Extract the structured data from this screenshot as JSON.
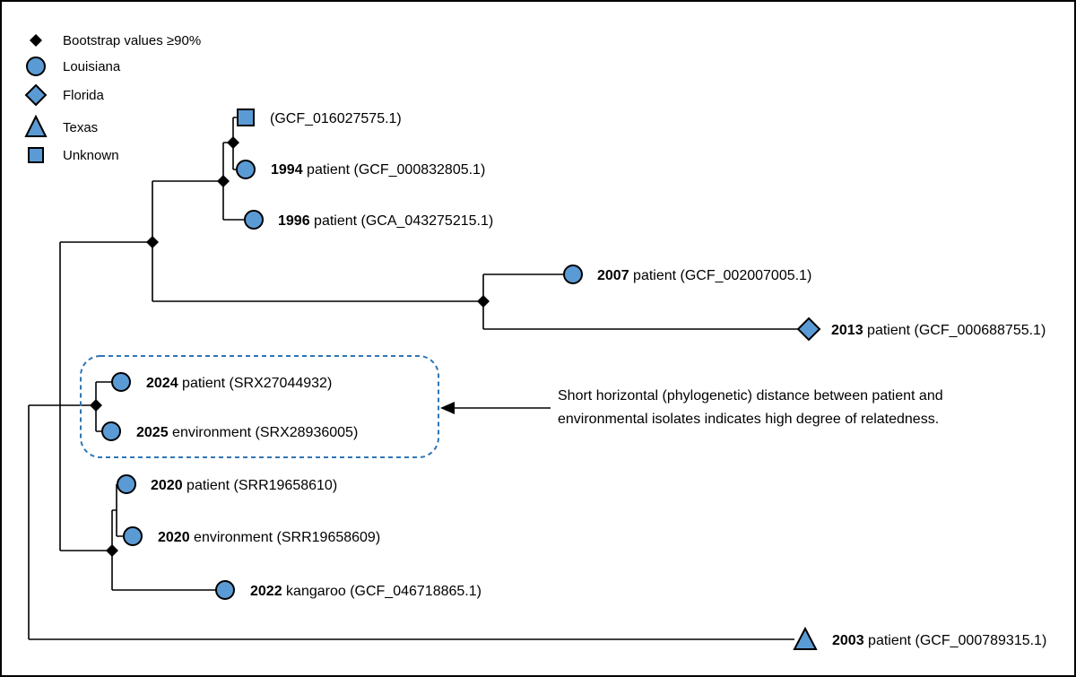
{
  "legend": {
    "items": [
      {
        "marker": "black-diamond",
        "label": "Bootstrap values ≥90%"
      },
      {
        "marker": "circle",
        "label": "Louisiana"
      },
      {
        "marker": "diamond",
        "label": "Florida"
      },
      {
        "marker": "triangle",
        "label": "Texas"
      },
      {
        "marker": "square",
        "label": "Unknown"
      }
    ]
  },
  "tips": [
    {
      "marker": "square",
      "year": "",
      "rest": "(GCF_016027575.1)"
    },
    {
      "marker": "circle",
      "year": "1994",
      "rest": " patient (GCF_000832805.1)"
    },
    {
      "marker": "circle",
      "year": "1996",
      "rest": " patient (GCA_043275215.1)"
    },
    {
      "marker": "circle",
      "year": "2007",
      "rest": " patient (GCF_002007005.1)"
    },
    {
      "marker": "diamond",
      "year": "2013",
      "rest": " patient (GCF_000688755.1)"
    },
    {
      "marker": "circle",
      "year": "2024",
      "rest": " patient (SRX27044932)"
    },
    {
      "marker": "circle",
      "year": "2025",
      "rest": " environment (SRX28936005)"
    },
    {
      "marker": "circle",
      "year": "2020",
      "rest": " patient (SRR19658610)"
    },
    {
      "marker": "circle",
      "year": "2020",
      "rest": " environment (SRR19658609)"
    },
    {
      "marker": "circle",
      "year": "2022",
      "rest": " kangaroo (GCF_046718865.1)"
    },
    {
      "marker": "triangle",
      "year": "2003",
      "rest": " patient (GCF_000789315.1)"
    }
  ],
  "annotation": {
    "line1": "Short horizontal (phylogenetic) distance between patient and",
    "line2": "environmental isolates indicates high degree of relatedness."
  },
  "colors": {
    "marker_fill": "#5b9bd5",
    "marker_stroke": "#000000",
    "branch": "#000000",
    "bootstrap_node": "#000000",
    "highlight_box": "#2e75b6",
    "background": "#ffffff",
    "border": "#000000"
  }
}
